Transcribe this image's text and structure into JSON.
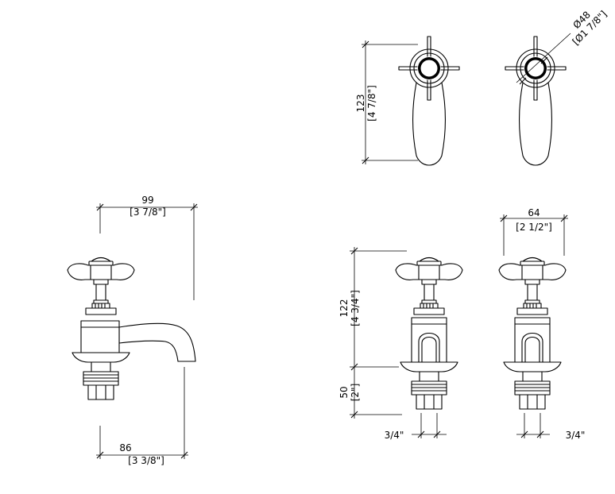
{
  "drawing": {
    "side_view": {
      "spout_reach_mm": "99",
      "spout_reach_in": "[3 7/8\"]",
      "base_offset_mm": "86",
      "base_offset_in": "[3 3/8\"]"
    },
    "top_views": {
      "length_mm": "123",
      "length_in": "[4 7/8\"]",
      "handle_diameter_mm": "Ø48",
      "handle_diameter_in": "[Ø1 7/8\"]"
    },
    "front_views": {
      "height_mm": "122",
      "height_in": "[4 3/4\"]",
      "tail_length_mm": "50",
      "tail_length_in": "[2\"]",
      "handle_span_mm": "64",
      "handle_span_in": "[2 1/2\"]",
      "thread_left": "3/4\"",
      "thread_right": "3/4\""
    }
  }
}
